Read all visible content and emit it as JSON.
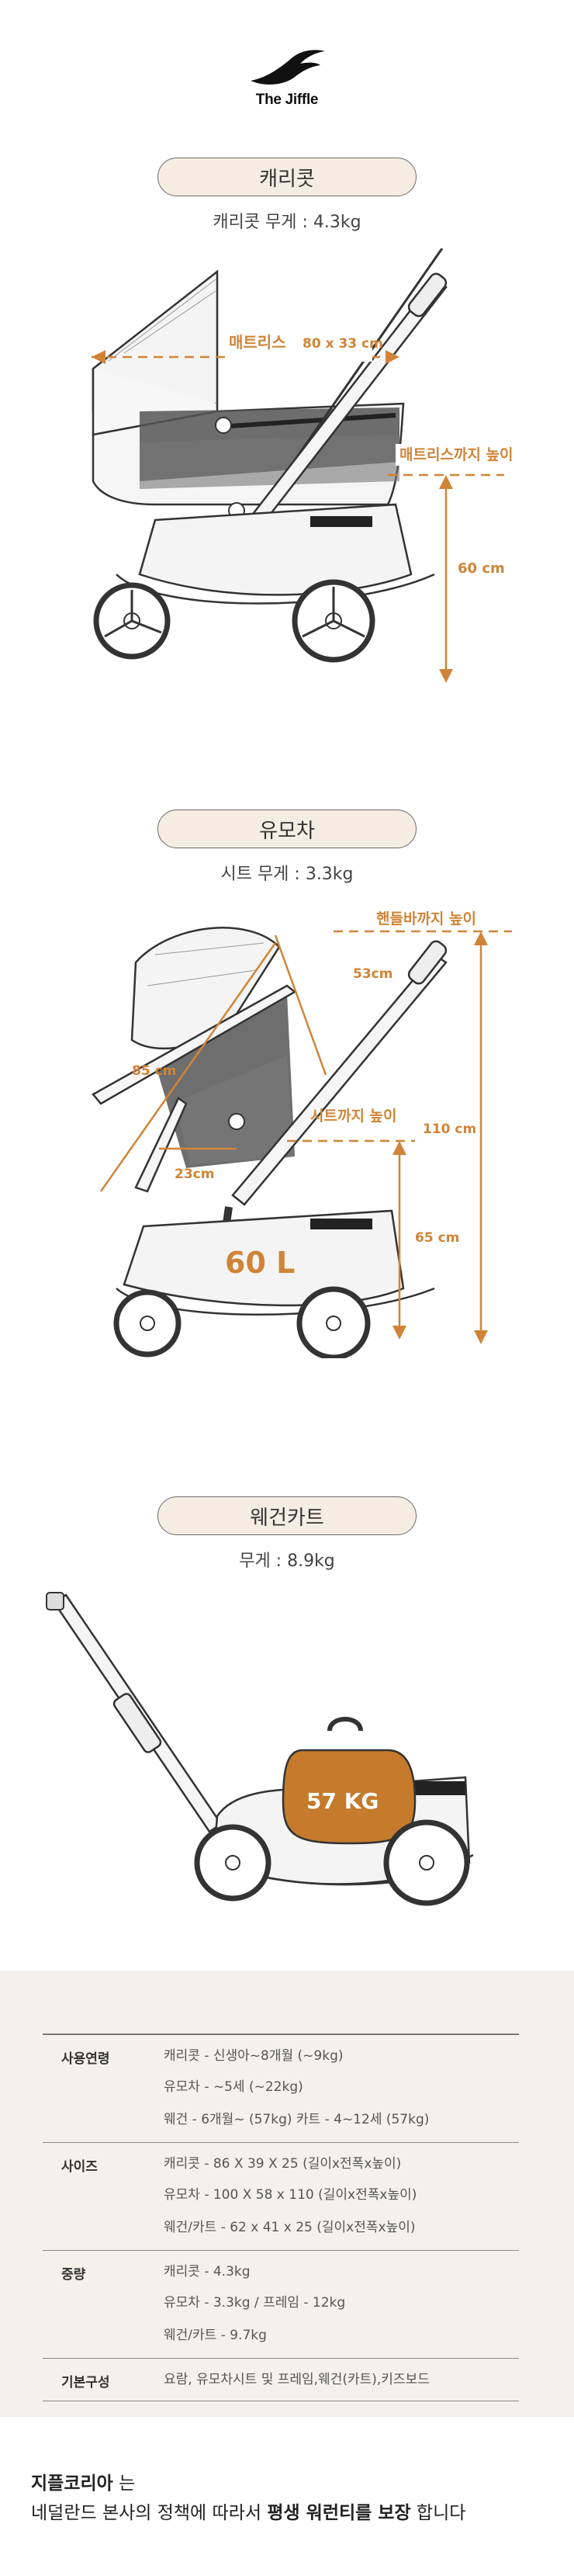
{
  "brand": {
    "name": "The Jiffle"
  },
  "sections": [
    {
      "title": "캐리콧",
      "weight": "캐리콧 무게 : 4.3kg",
      "labels": {
        "mattress": "매트리스",
        "dims": "80 x 33 cm",
        "height_label": "매트리스까지 높이",
        "height_value": "60 cm"
      }
    },
    {
      "title": "유모차",
      "weight": "시트 무게 : 3.3kg",
      "labels": {
        "handle_label": "핸들바까지 높이",
        "d53": "53cm",
        "d85": "85 cm",
        "d110": "110 cm",
        "d23": "23cm",
        "seat_label": "시트까지 높이",
        "d65": "65 cm",
        "capacity": "60 L"
      }
    },
    {
      "title": "웨건카트",
      "weight": "무게 : 8.9kg",
      "labels": {
        "load": "57 KG"
      }
    }
  ],
  "specs": [
    {
      "key": "사용연령",
      "values": [
        "캐리콧 - 신생아~8개월 (~9kg)",
        "유모차 - ~5세 (~22kg)",
        "웨건 - 6개월~ (57kg) 카트 - 4~12세 (57kg)"
      ]
    },
    {
      "key": "사이즈",
      "values": [
        "캐리콧 - 86 X 39 X 25 (길이x전폭x높이)",
        "유모차 - 100 X 58 x 110 (길이x전폭x높이)",
        "웨건/카트 - 62 x 41 x 25 (길이x전폭x높이)"
      ]
    },
    {
      "key": "중량",
      "values": [
        "캐리콧 - 4.3kg",
        "유모차 - 3.3kg / 프레임 - 12kg",
        "웨건/카트 - 9.7kg"
      ]
    },
    {
      "key": "기본구성",
      "values": [
        "요람, 유모차시트 및 프레임,웨건(카트),키즈보드"
      ]
    }
  ],
  "warranty": {
    "brand": "지플코리아",
    "line1_suffix": " 는",
    "line2_prefix": "네덜란드 본사의 정책에 따라서 ",
    "line2_bold": "평생 워런티를 보장",
    "line2_suffix": " 합니다"
  },
  "colors": {
    "accent": "#d08437",
    "pill_bg": "#f6ede2",
    "spec_bg": "#f5f0eb"
  }
}
